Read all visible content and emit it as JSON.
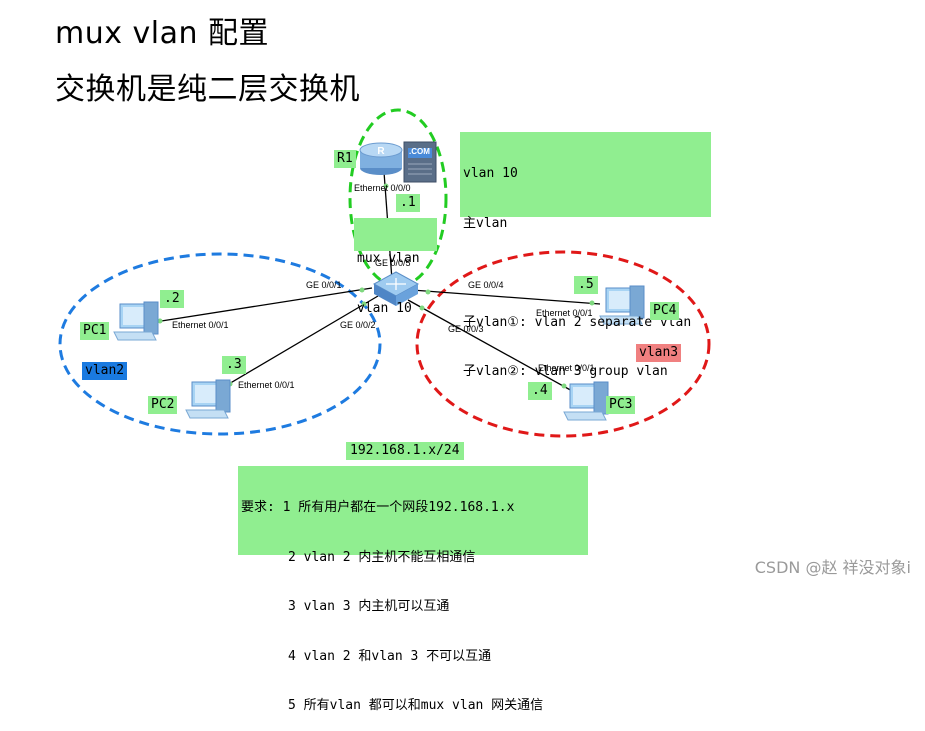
{
  "headings": {
    "title": "mux vlan 配置",
    "subtitle": "交换机是纯二层交换机"
  },
  "vlan_info": {
    "lines": [
      "vlan 10",
      "主vlan",
      "",
      "子vlan①: vlan 2 separate vlan",
      "子vlan②: vlan 3 group vlan"
    ]
  },
  "mux_box": {
    "lines": [
      "mux vlan",
      "vlan 10"
    ]
  },
  "devices": {
    "r1": "R1",
    "com": ".COM",
    "pc1": "PC1",
    "pc2": "PC2",
    "pc3": "PC3",
    "pc4": "PC4"
  },
  "ip_suffix": {
    "r1": ".1",
    "pc1": ".2",
    "pc2": ".3",
    "pc3": ".4",
    "pc4": ".5"
  },
  "ports": {
    "r1_eth": "Ethernet 0/0/0",
    "sw_ge5": "GE 0/0/5",
    "sw_ge1": "GE 0/0/1",
    "sw_ge2": "GE 0/0/2",
    "sw_ge3": "GE 0/0/3",
    "sw_ge4": "GE 0/0/4",
    "pc1_eth": "Ethernet 0/0/1",
    "pc2_eth": "Ethernet 0/0/1",
    "pc3_eth": "Ethernet 0/0/1",
    "pc4_eth": "Ethernet 0/0/1"
  },
  "vlan_tags": {
    "left": "vlan2",
    "right": "vlan3"
  },
  "network": "192.168.1.x/24",
  "requirements": {
    "lines": [
      "要求: 1 所有用户都在一个网段192.168.1.x",
      "      2 vlan 2 内主机不能互相通信",
      "      3 vlan 3 内主机可以互通",
      "      4 vlan 2 和vlan 3 不可以互通",
      "      5 所有vlan 都可以和mux vlan 网关通信"
    ]
  },
  "watermark": "CSDN @赵 祥没对象i",
  "colors": {
    "green_box": "#90ee90",
    "blue_ellipse": "#1e7be0",
    "red_ellipse": "#e01818",
    "green_ellipse": "#22cc22",
    "vlan2_tag": "#1a7ae0",
    "vlan3_tag": "#f08080"
  }
}
